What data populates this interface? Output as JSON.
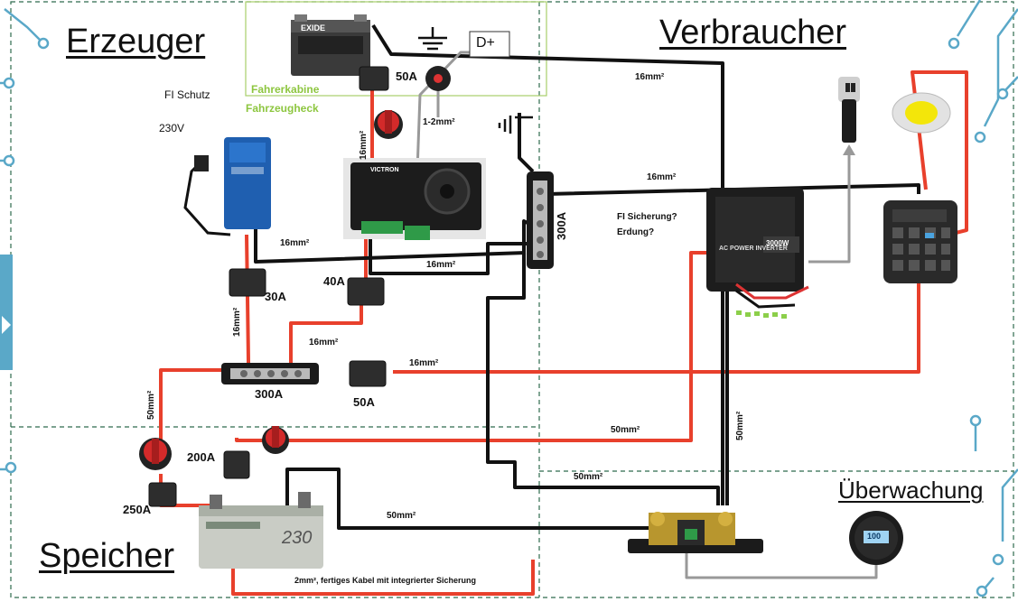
{
  "sections": {
    "erzeuger": "Erzeuger",
    "verbraucher": "Verbraucher",
    "speicher": "Speicher",
    "ueberwachung": "Überwachung"
  },
  "zones": {
    "fahrerkabine": "Fahrerkabine",
    "fahrzeugheck": "Fahrzeugheck"
  },
  "labels": {
    "fi_schutz": "FI Schutz",
    "v230": "230V",
    "dplus": "D+",
    "fi_sicherung": "FI Sicherung?",
    "erdung": "Erdung?",
    "battery_note": "2mm², fertiges Kabel mit integrierter Sicherung"
  },
  "device_text": {
    "exide": "EXIDE",
    "victron": "VICTRON",
    "inverter": "AC POWER INVERTER",
    "inverter_watt": "3000W",
    "battery_capacity": "230",
    "monitor_value": "100"
  },
  "fuses": {
    "f50a_top": "50A",
    "f30a": "30A",
    "f40a": "40A",
    "f50a_mid": "50A",
    "f200a": "200A",
    "f250a": "250A",
    "busbar_300a_mid": "300A",
    "busbar_300a_right": "300A"
  },
  "wires": {
    "w16_a": "16mm²",
    "w16_b": "16mm²",
    "w16_c": "16mm²",
    "w16_d": "16mm²",
    "w16_e": "16mm²",
    "w16_f": "16mm²",
    "w16_g": "16mm²",
    "w16_h": "16mm²",
    "w1_2": "1-2mm²",
    "w50_a": "50mm²",
    "w50_b": "50mm²",
    "w50_c": "50mm²",
    "w50_d": "50mm²",
    "w50_e": "50mm²"
  },
  "colors": {
    "positive": "#e8402c",
    "negative": "#111111",
    "signal": "#999999",
    "zone_dash": "#2e6b4e",
    "cabin_frame": "#a8cf6a",
    "circuit": "#5aa8c8"
  }
}
